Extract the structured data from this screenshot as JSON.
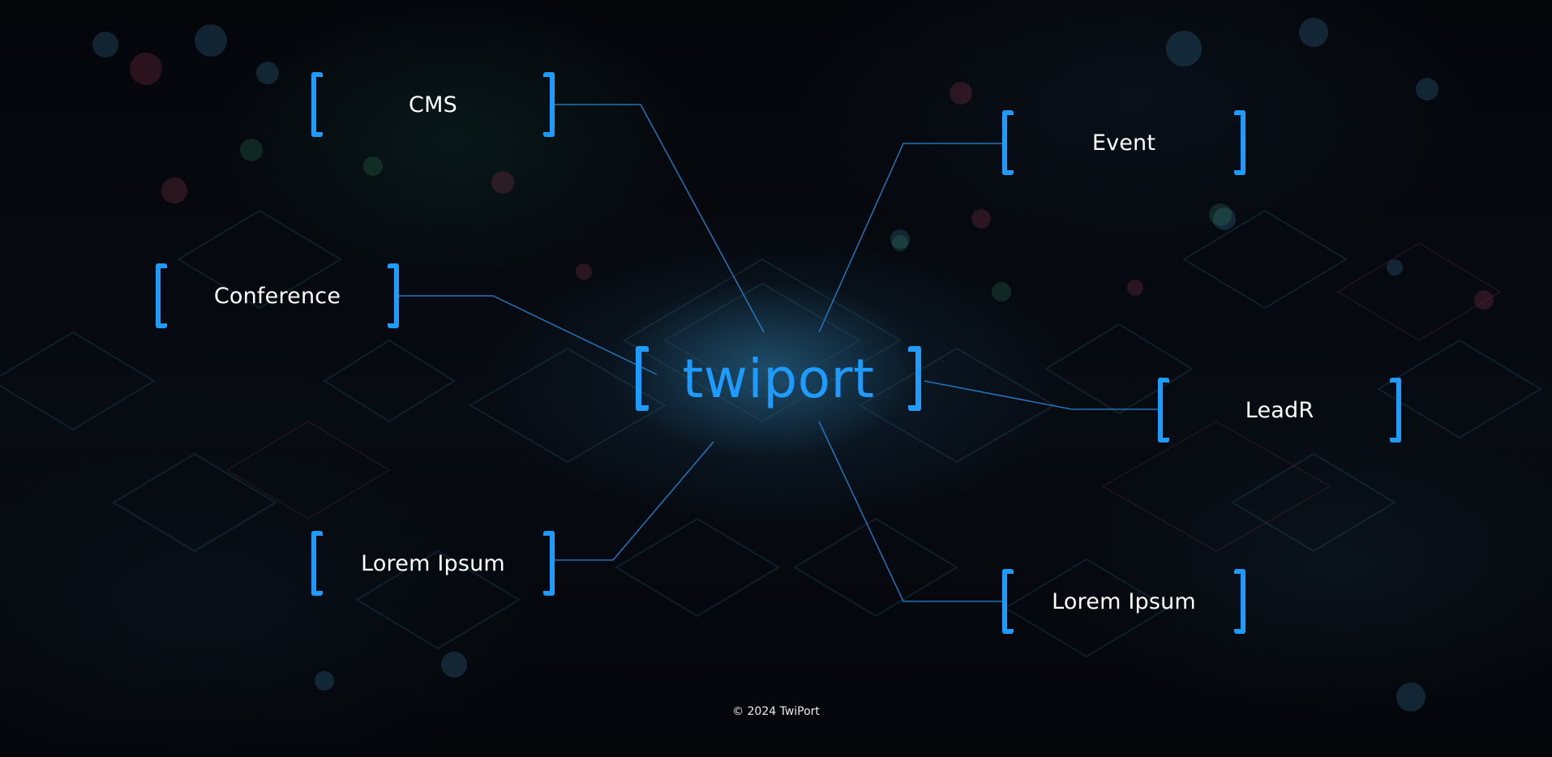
{
  "center": {
    "label": "twiport"
  },
  "nodes": {
    "cms": {
      "label": "CMS"
    },
    "event": {
      "label": "Event"
    },
    "conference": {
      "label": "Conference"
    },
    "leadr": {
      "label": "LeadR"
    },
    "lorem_left": {
      "label": "Lorem Ipsum"
    },
    "lorem_right": {
      "label": "Lorem Ipsum"
    }
  },
  "footer": {
    "text": "© 2024 TwiPort"
  },
  "colors": {
    "accent": "#1e9bff",
    "text": "#ffffff",
    "background": "#05070b",
    "connector": "#2a86d6"
  }
}
